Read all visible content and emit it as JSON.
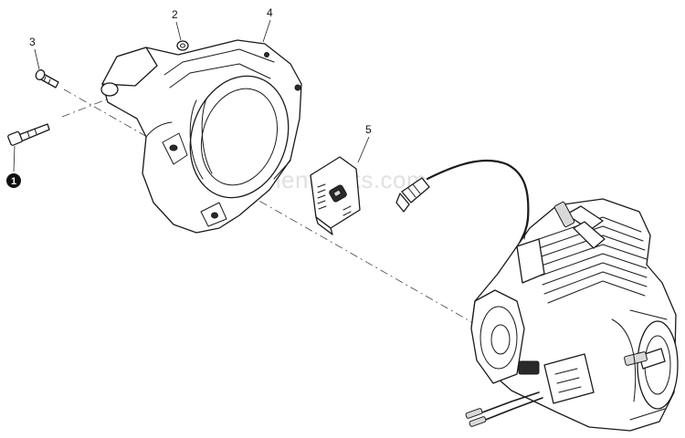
{
  "callouts": {
    "c1": "1",
    "c2": "2",
    "c3": "3",
    "c4": "4",
    "c5": "5"
  },
  "watermark": "eReplacementParts.com",
  "colors": {
    "line": "#1a1a1a",
    "badge": "#111111",
    "watermark": "#c8c8c8"
  }
}
